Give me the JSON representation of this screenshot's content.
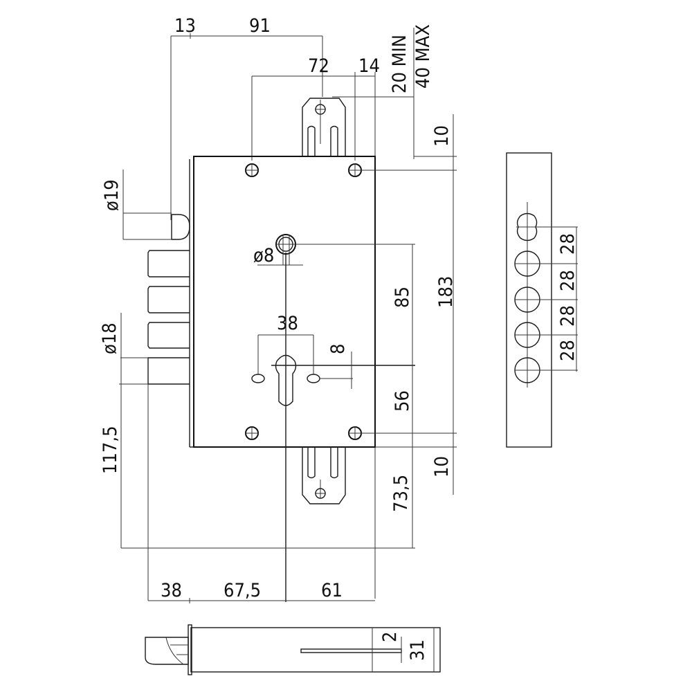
{
  "drawing": {
    "subject": "mortise lock dimensional drawing",
    "line_color": "#111111",
    "background": "#ffffff"
  },
  "top_dimensions": {
    "d13": "13",
    "d91": "91",
    "d72": "72",
    "d14": "14",
    "backset_min": "20 MIN",
    "backset_max": "40 MAX"
  },
  "right_dimensions": {
    "d10_top": "10",
    "d183": "183",
    "d85": "85",
    "d56": "56",
    "d10_bottom": "10",
    "d73_5": "73,5"
  },
  "left_dimensions": {
    "dia19": "ø19",
    "dia18": "ø18",
    "d117_5": "117,5"
  },
  "body_dimensions": {
    "dia8": "ø8",
    "d38_cyl": "38",
    "d8_cyl": "8"
  },
  "bottom_dimensions": {
    "d38": "38",
    "d67_5": "67,5",
    "d61": "61"
  },
  "faceplate_view": {
    "spacings": [
      "28",
      "28",
      "28",
      "28"
    ]
  },
  "side_view": {
    "d2": "2",
    "d31": "31"
  }
}
